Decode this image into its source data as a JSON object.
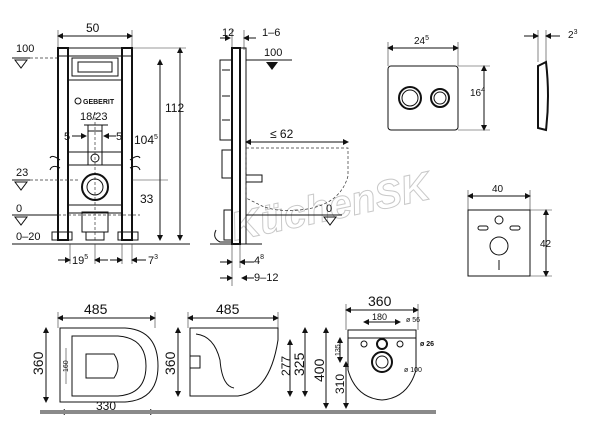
{
  "brand": {
    "logo_text": "GEBERIT"
  },
  "watermark": "KüchenSK",
  "frame_view": {
    "width": "50",
    "ref_100": "100",
    "pipe_size": "18/23",
    "offset_left": "5",
    "offset_right": "5",
    "height_112": "112",
    "height_104": "104",
    "height_104_sup": "5",
    "ref_23": "23",
    "height_33": "33",
    "ref_0": "0",
    "range_0_20": "0–20",
    "offset_19": "19",
    "offset_19_sup": "5",
    "offset_7": "7",
    "offset_7_sup": "3"
  },
  "side_view": {
    "depth_12": "12",
    "range_1_6": "1–6",
    "ref_100": "100",
    "projection": "≤ 62",
    "ref_0": "0",
    "offset_4": "4",
    "offset_4_sup": "8",
    "range_9_12": "9–12"
  },
  "plate_view": {
    "width": "24",
    "width_sup": "5",
    "height": "16",
    "height_sup": "4",
    "depth": "2",
    "depth_sup": "3"
  },
  "pad_view": {
    "width": "40",
    "height": "42"
  },
  "bowl_top": {
    "length": "485",
    "width": "360",
    "inner_width": "160",
    "base": "330"
  },
  "bowl_side": {
    "length": "485",
    "height": "360",
    "height_277": "277",
    "height_325": "325",
    "height_400": "400"
  },
  "bowl_back": {
    "width": "360",
    "spacing": "180",
    "hole_a": "ø 56",
    "hole_b": "ø 26",
    "hole_c": "ø 100",
    "height_135": "135",
    "height_310": "310"
  },
  "colors": {
    "ink": "#111111",
    "floor": "#8a8a8a",
    "watermark": "#c9c9c9"
  }
}
